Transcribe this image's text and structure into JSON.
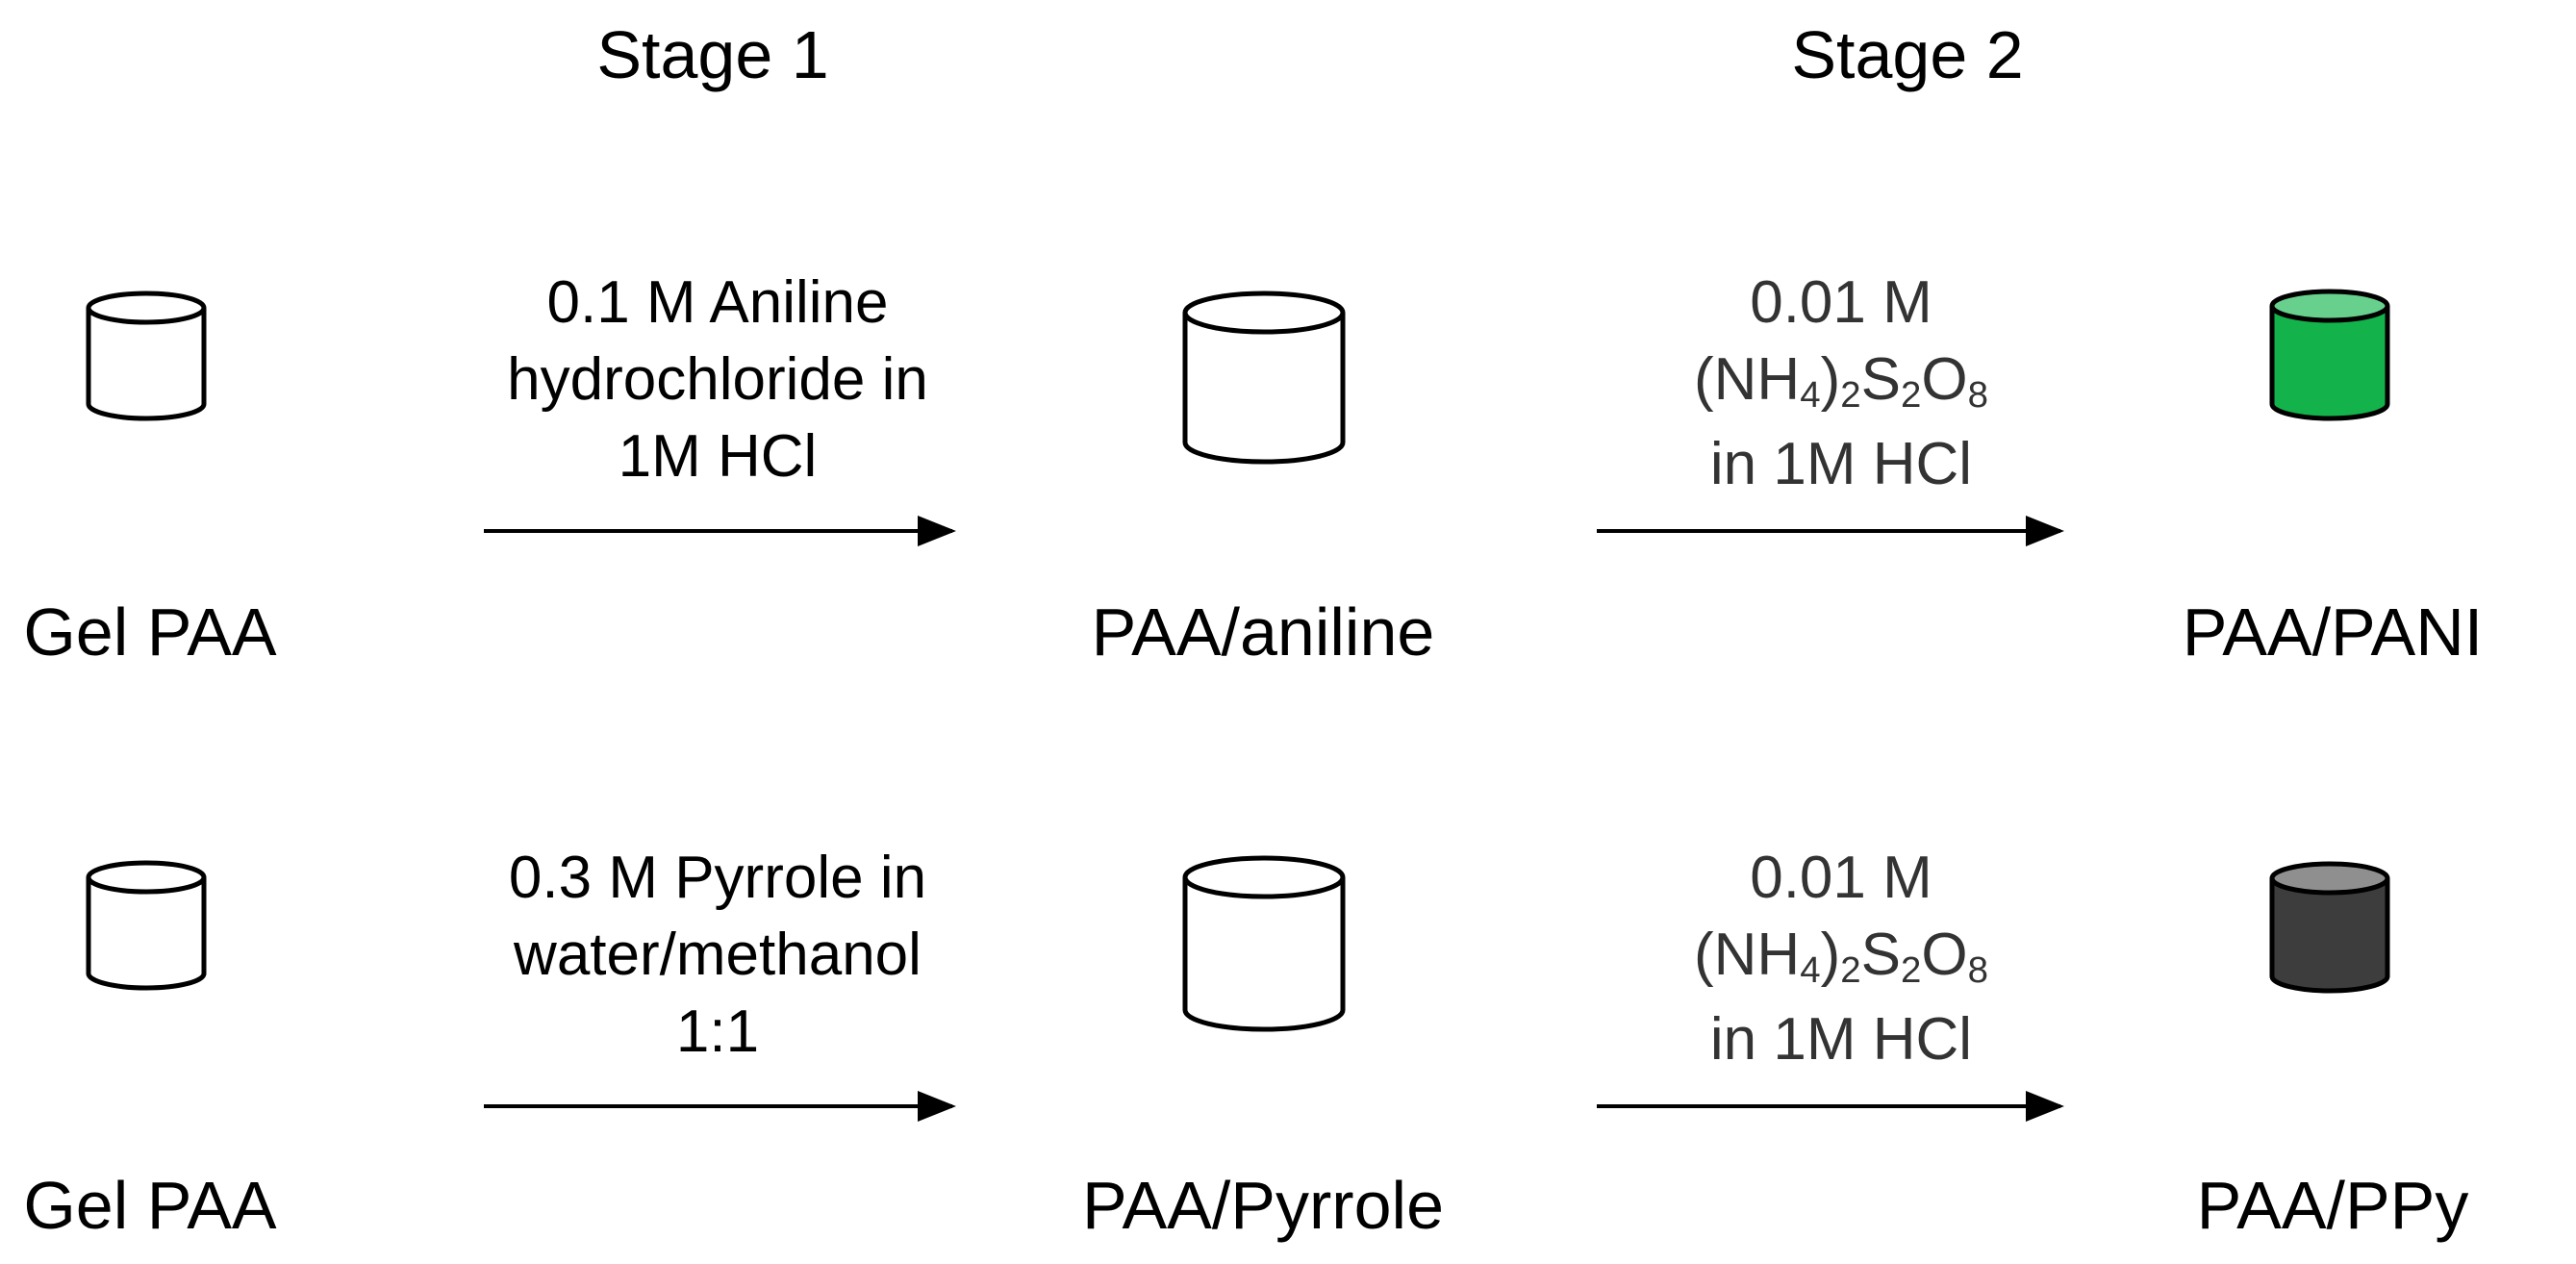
{
  "stages": {
    "stage1": "Stage 1",
    "stage2": "Stage 2"
  },
  "rows": [
    {
      "start_label": "Gel PAA",
      "mid_label": "PAA/aniline",
      "end_label": "PAA/PANI",
      "stage1_condition": [
        "0.1 M Aniline",
        "hydrochloride in",
        "1M HCl"
      ],
      "stage2_condition": {
        "line1": "0.01 M",
        "formula": {
          "p1": "(NH",
          "s1": "4",
          "p2": ")",
          "s2": "2",
          "p3": "S",
          "s3": "2",
          "p4": "O",
          "s4": "8"
        },
        "line3": "in 1M HCl"
      },
      "end_color": {
        "body": "#13b24a",
        "top": "#68d08d"
      }
    },
    {
      "start_label": "Gel PAA",
      "mid_label": "PAA/Pyrrole",
      "end_label": "PAA/PPy",
      "stage1_condition": [
        "0.3 M Pyrrole in",
        "water/methanol",
        "1:1"
      ],
      "stage2_condition": {
        "line1": "0.01 M",
        "formula": {
          "p1": "(NH",
          "s1": "4",
          "p2": ")",
          "s2": "2",
          "p3": "S",
          "s3": "2",
          "p4": "O",
          "s4": "8"
        },
        "line3": "in 1M HCl"
      },
      "end_color": {
        "body": "#3d3d3d",
        "top": "#8f8f8f"
      }
    }
  ]
}
